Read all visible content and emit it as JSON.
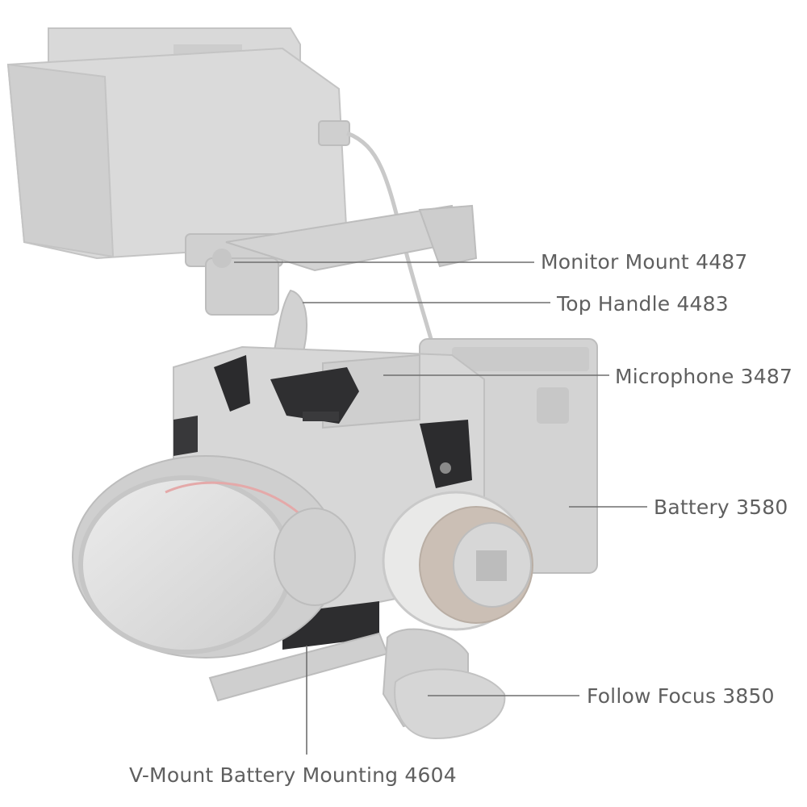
{
  "callouts": [
    {
      "id": "monitor-mount",
      "label": "Monitor Mount 4487"
    },
    {
      "id": "top-handle",
      "label": "Top Handle 4483"
    },
    {
      "id": "microphone",
      "label": "Microphone 3487"
    },
    {
      "id": "battery",
      "label": "Battery 3580"
    },
    {
      "id": "follow-focus",
      "label": "Follow Focus 3850"
    },
    {
      "id": "vmount-battery-mounting",
      "label": "V-Mount Battery Mounting 4604"
    }
  ],
  "colors": {
    "ghost_fill": "#d6d6d6",
    "ghost_stroke": "#c2c2c2",
    "highlight_metal": "#2b2b2d",
    "focus_ring": "#e8e8e6",
    "focus_knob": "#cbbfb5",
    "leader_line": "#6f6f6f",
    "label_text": "#5f5f5f"
  }
}
